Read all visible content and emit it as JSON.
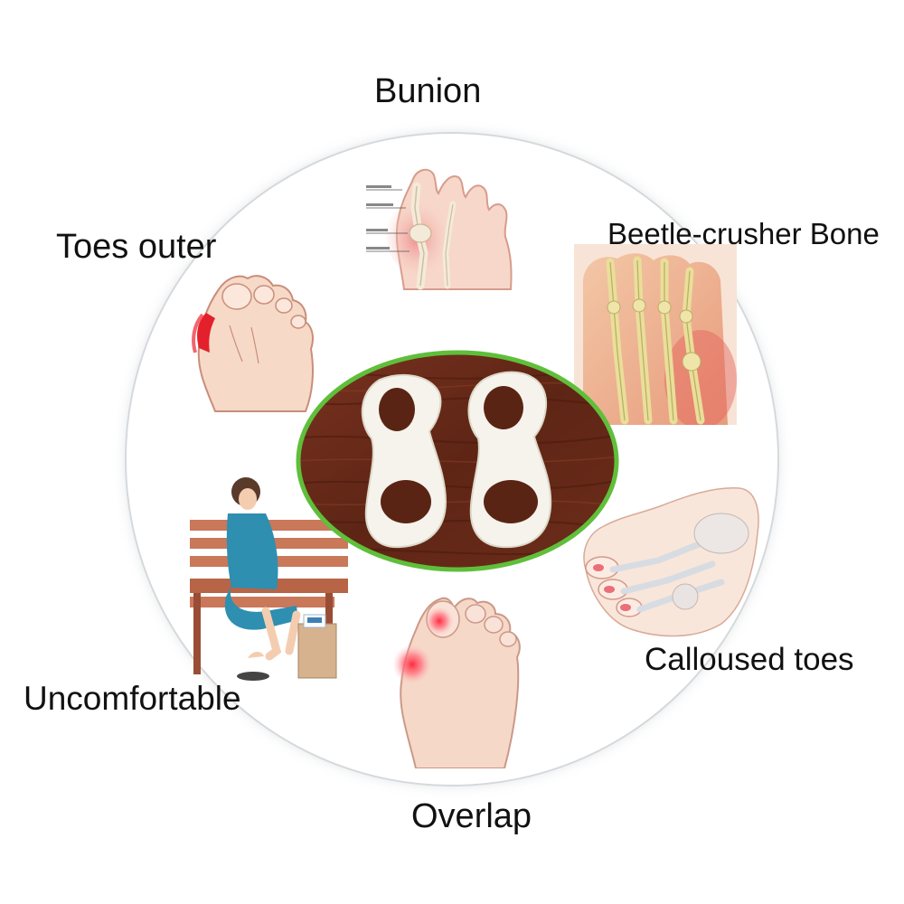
{
  "labels": {
    "bunion": "Bunion",
    "toes_outer": "Toes outer",
    "beetle_crusher_bone": "Beetle-crusher Bone",
    "calloused_toes": "Calloused toes",
    "uncomfortable": "Uncomfortable",
    "overlap": "Overlap"
  },
  "colors": {
    "ring_border": "#d5d8dc",
    "photo_border": "#5fbf3a",
    "wood": "#6b2a17",
    "skin": "#f6d9c8",
    "redness": "#e94c5a",
    "separator": "#f7f5ee"
  },
  "illustrations": [
    "bunion-foot-illustration",
    "toes-outer-foot-illustration",
    "beetle-crusher-bone-xray-illustration",
    "uncomfortable-woman-illustration",
    "calloused-toes-foot-illustration",
    "overlap-foot-illustration"
  ],
  "center_photo": "toe-separator-product-photo"
}
